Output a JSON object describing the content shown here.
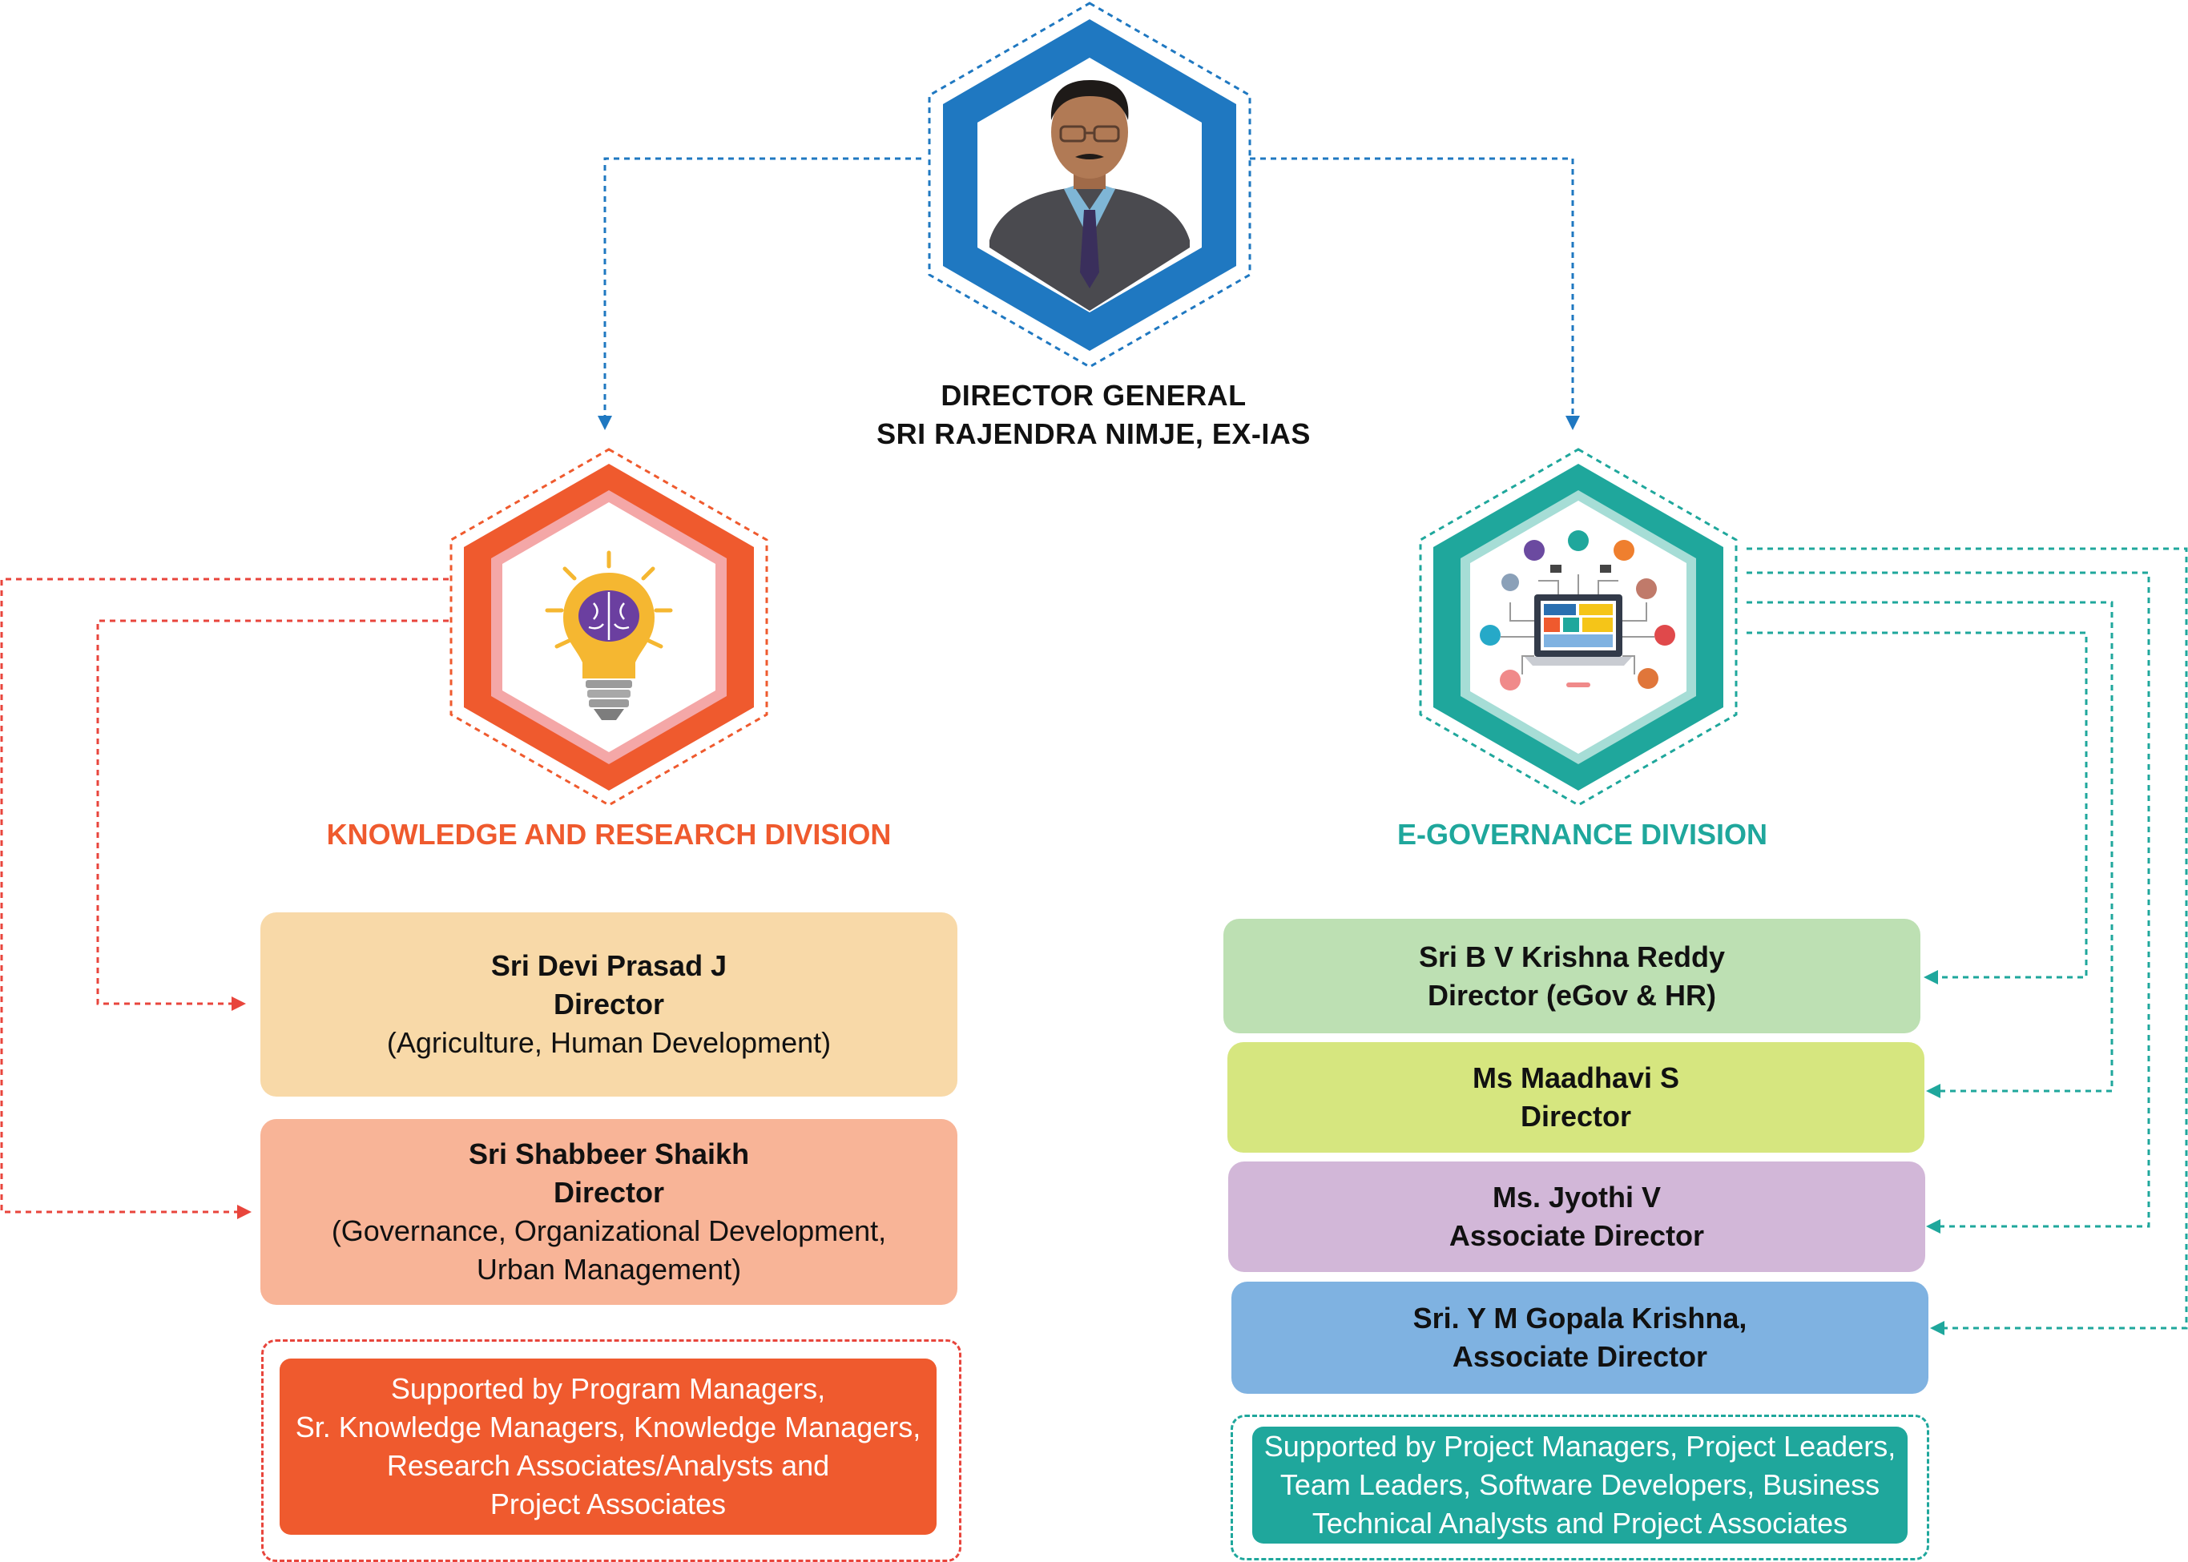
{
  "director_general": {
    "title": "DIRECTOR GENERAL",
    "name": "SRI RAJENDRA NIMJE, EX-IAS"
  },
  "divisions": {
    "knowledge": {
      "title": "KNOWLEDGE AND RESEARCH DIVISION",
      "color": "#ef5a2e",
      "icon": "lightbulb-brain-icon",
      "members": [
        {
          "name": "Sri Devi Prasad J",
          "role": "Director",
          "detail": "(Agriculture, Human Development)",
          "color": "#f8d9a8"
        },
        {
          "name": "Sri Shabbeer Shaikh",
          "role": "Director",
          "detail": "(Governance, Organizational Development,\nUrban Management)",
          "color": "#f8b497"
        }
      ],
      "support": "Supported by Program Managers,\nSr. Knowledge Managers, Knowledge Managers,\nResearch Associates/Analysts and\nProject Associates"
    },
    "egov": {
      "title": "E-GOVERNANCE DIVISION",
      "color": "#1fa79c",
      "icon": "e-governance-network-icon",
      "members": [
        {
          "name": "Sri B V Krishna Reddy",
          "role": "Director (eGov & HR)",
          "color": "#bde0b3"
        },
        {
          "name": "Ms Maadhavi S",
          "role": "Director",
          "color": "#d6e67f"
        },
        {
          "name": "Ms. Jyothi V",
          "role": "Associate Director",
          "color": "#d2b7d8"
        },
        {
          "name": "Sri. Y M Gopala Krishna,",
          "role": "Associate Director",
          "color": "#7fb2e1"
        }
      ],
      "support": "Supported by Project Managers, Project Leaders,\nTeam Leaders, Software Developers, Business\nTechnical Analysts and Project Associates"
    }
  },
  "colors": {
    "dg_blue": "#1f78c1",
    "kr_orange": "#ef5a2e",
    "eg_teal": "#1fa79c",
    "kr_arrow_red": "#e8453c"
  }
}
